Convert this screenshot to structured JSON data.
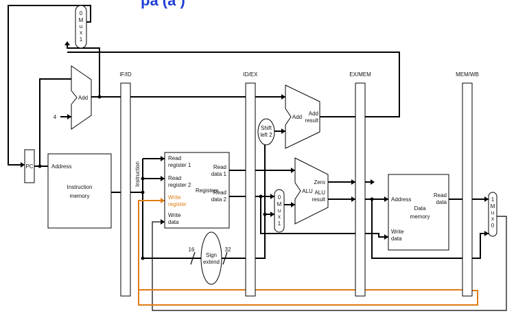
{
  "title_fragment": "pa  (a  )",
  "pipeline_registers": [
    "IF/ID",
    "ID/EX",
    "EX/MEM",
    "MEM/WB"
  ],
  "pc": "PC",
  "four": "4",
  "add_pc": "Add",
  "add_branch": {
    "label": "Add",
    "result_line1": "Add",
    "result_line2": "result"
  },
  "shift_left_2": [
    "Shift",
    "left 2"
  ],
  "instruction_memory": {
    "port": "Address",
    "line1": "Instruction",
    "line2": "memory"
  },
  "instruction_bus": "Instruction",
  "registers": {
    "title": "Registers",
    "read_reg1": [
      "Read",
      "register 1"
    ],
    "read_reg2": [
      "Read",
      "register 2"
    ],
    "write_reg": [
      "Write",
      "register"
    ],
    "write_data": [
      "Write",
      "data"
    ],
    "read_data1": [
      "Read",
      "data 1"
    ],
    "read_data2": [
      "Read",
      "data 2"
    ]
  },
  "sign_extend": {
    "line1": "Sign",
    "line2": "extend",
    "in_width": "16",
    "out_width": "32"
  },
  "alu": {
    "label": "ALU",
    "zero": "Zero",
    "result": [
      "ALU",
      "result"
    ]
  },
  "mux_pc": [
    "0",
    "M",
    "u",
    "x",
    "1"
  ],
  "mux_alu": [
    "0",
    "M",
    "u",
    "x",
    "1"
  ],
  "mux_wb": [
    "1",
    "M",
    "u",
    "x",
    "0"
  ],
  "data_memory": {
    "address": "Address",
    "read_data": [
      "Read",
      "data"
    ],
    "write_data": [
      "Write",
      "data"
    ],
    "line1": "Data",
    "line2": "memory"
  },
  "colors": {
    "write_register_path": "#e07b14",
    "title": "#1f3fd6"
  }
}
